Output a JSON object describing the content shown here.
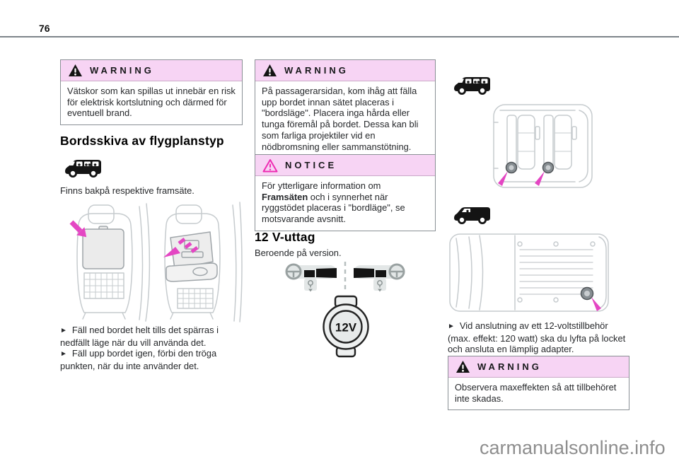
{
  "page": {
    "number": "76",
    "watermark": "carmanualsonline.info"
  },
  "ui": {
    "bullet_marker": "►"
  },
  "icons": {
    "warning_icon": "black-filled-triangle-exclamation",
    "notice_icon": "magenta-outline-triangle-exclamation",
    "van_passenger_icon": "minivan-side-silhouette-with-passengers",
    "van_cargo_icon": "cargo-van-side-silhouette",
    "steering_wheel_icon": "steering-wheel-top-view",
    "socket_icon": "12v-accessory-socket"
  },
  "colors": {
    "warning_header_bg": "#f7d4f4",
    "notice_triangle_magenta": "#ee2bb2",
    "diagram_arrow_magenta": "#e446c3",
    "box_border_gray": "#8a9095",
    "top_rule_gray": "#7d858a",
    "diagram_line_gray": "#c6cbce",
    "watermark_gray": "#8e8e8e"
  },
  "col1": {
    "warning": {
      "title": "WARNING",
      "body": "Vätskor som kan spillas ut innebär en risk för elektrisk kortslutning och därmed för eventuell brand."
    },
    "heading": "Bordsskiva av flygplanstyp",
    "intro": "Finns bakpå respektive framsäte.",
    "bullets": [
      "Fäll ned bordet helt tills det spärras i nedfällt läge när du vill använda det.",
      "Fäll upp bordet igen, förbi den tröga punkten, när du inte använder det."
    ]
  },
  "col2": {
    "warning": {
      "title": "WARNING",
      "body": "På passagerarsidan, kom ihåg att fälla upp bordet innan sätet placeras i \"bordsläge\". Placera inga hårda eller tunga föremål på bordet. Dessa kan bli som farliga projektiler vid en nödbromsning eller sammanstötning."
    },
    "notice": {
      "title": "NOTICE",
      "body_prefix": "För ytterligare information om ",
      "body_bold": "Framsäten",
      "body_suffix": " och i synnerhet när ryggstödet placeras i \"bordläge\", se motsvarande avsnitt."
    },
    "heading": "12 V-uttag",
    "intro": "Beroende på version.",
    "socket_label": "12V"
  },
  "col3": {
    "bullet": "Vid anslutning av ett 12-voltstillbehör (max. effekt: 120 watt) ska du lyfta på locket och ansluta en lämplig adapter.",
    "warning": {
      "title": "WARNING",
      "body": "Observera maxeffekten så att tillbehöret inte skadas."
    }
  }
}
